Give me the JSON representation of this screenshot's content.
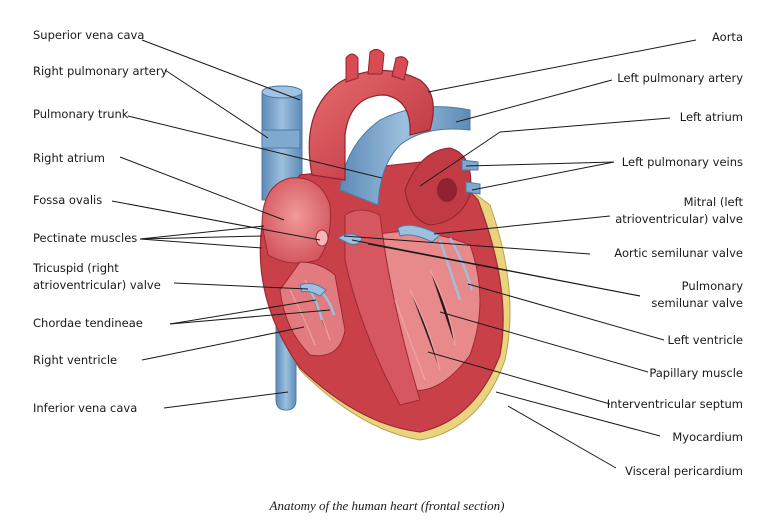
{
  "caption": "Anatomy of the human heart (frontal section)",
  "labels": {
    "superior_vena_cava": "Superior vena cava",
    "right_pulmonary_artery": "Right pulmonary artery",
    "pulmonary_trunk": "Pulmonary trunk",
    "right_atrium": "Right atrium",
    "fossa_ovalis": "Fossa ovalis",
    "pectinate_muscles": "Pectinate muscles",
    "tricuspid_line1": "Tricuspid (right",
    "tricuspid_line2": "atrioventricular) valve",
    "chordae_tendineae": "Chordae tendineae",
    "right_ventricle": "Right ventricle",
    "inferior_vena_cava": "Inferior vena cava",
    "aorta": "Aorta",
    "left_pulmonary_artery": "Left pulmonary artery",
    "left_atrium": "Left atrium",
    "left_pulmonary_veins": "Left pulmonary veins",
    "mitral_line1": "Mitral (left",
    "mitral_line2": "atrioventricular) valve",
    "aortic_semilunar_valve": "Aortic semilunar valve",
    "pulmonary_line1": "Pulmonary",
    "pulmonary_line2": "semilunar valve",
    "left_ventricle": "Left ventricle",
    "papillary_muscle": "Papillary muscle",
    "interventricular_septum": "Interventricular septum",
    "myocardium": "Myocardium",
    "visceral_pericardium": "Visceral pericardium"
  },
  "colors": {
    "muscle": "#cf4b50",
    "muscle_dark": "#b0303a",
    "muscle_light": "#ec8f90",
    "vessel_blue": "#7fa9cf",
    "vessel_blue_dark": "#5f8cb8",
    "fat": "#e8d37a"
  }
}
